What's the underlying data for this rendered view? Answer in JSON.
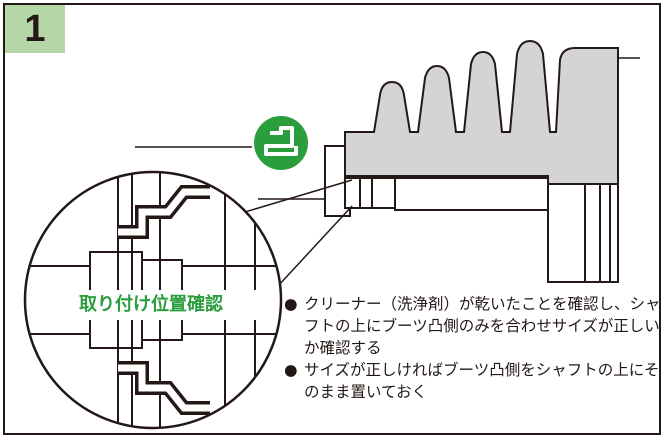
{
  "step": {
    "number": "1"
  },
  "callout": {
    "label": "取り付け位置確認"
  },
  "notes": [
    {
      "bullet": "●",
      "text": "クリーナー（洗浄剤）が乾いたことを確認し、シャフトの上にブーツ凸側のみを合わせサイズが正しいか確認する"
    },
    {
      "bullet": "●",
      "text": "サイズが正しければブーツ凸側をシャフトの上にそのまま置いておく"
    }
  ],
  "icons": {
    "boot_symbol": "boot-profile-icon"
  },
  "colors": {
    "accent_green": "#2a9d3d",
    "badge_green": "#b5d7a8",
    "boot_gray": "#d4d4d4",
    "line": "#231815"
  }
}
